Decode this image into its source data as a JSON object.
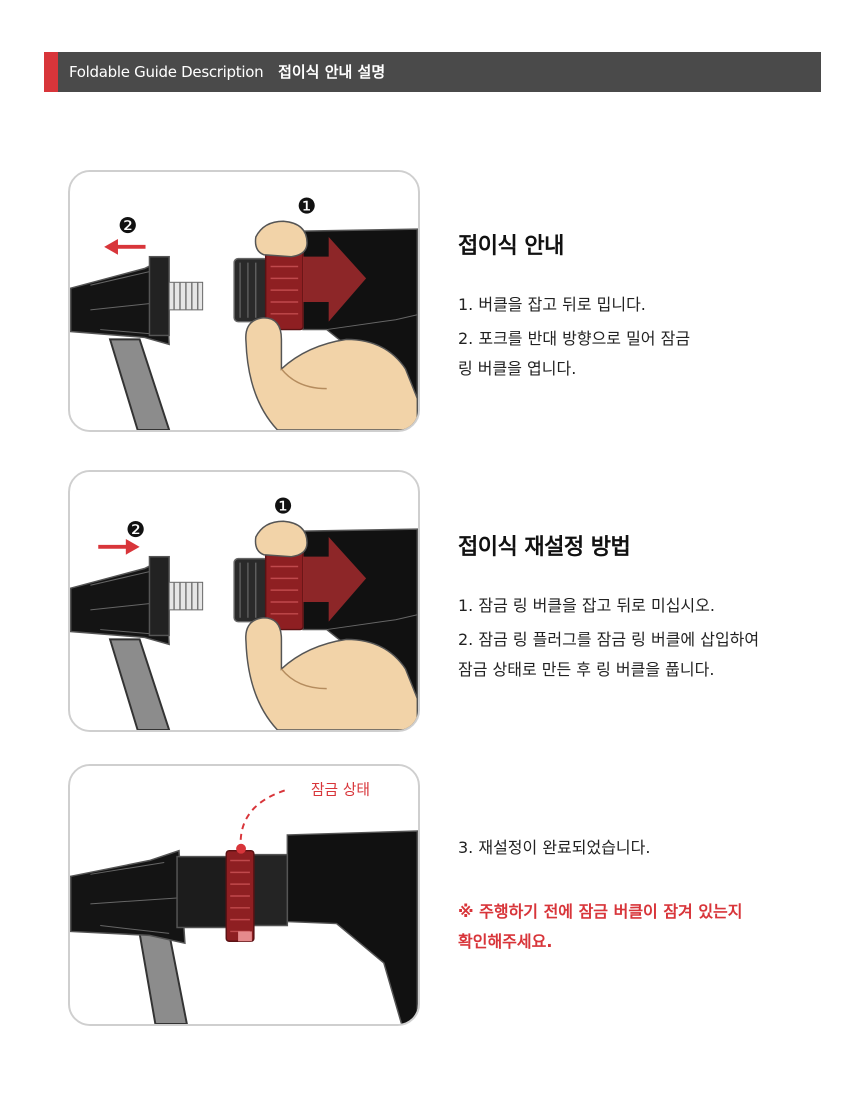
{
  "header": {
    "title_en": "Foldable Guide Description",
    "title_ko": "접이식 안내 설명"
  },
  "colors": {
    "accent": "#d8353a",
    "header_bg": "#4a4a4a",
    "ring": "#8e1f22",
    "skin": "#f2d3a8"
  },
  "section1": {
    "title": "접이식 안내",
    "items": [
      {
        "lines": [
          "1. 버클을 잡고 뒤로 밉니다."
        ]
      },
      {
        "lines": [
          "2. 포크를 반대 방향으로 밀어 잠금",
          "링 버클을 엽니다."
        ]
      }
    ],
    "marker_1": "❶",
    "marker_2": "❷"
  },
  "section2": {
    "title": "접이식 재설정 방법",
    "items": [
      {
        "lines": [
          "1. 잠금 링 버클을 잡고 뒤로 미십시오."
        ]
      },
      {
        "lines": [
          "2. 잠금 링 플러그를 잠금 링 버클에 삽입하여",
          "잠금 상태로 만든 후 링 버클을 풉니다."
        ]
      }
    ],
    "marker_1": "❶",
    "marker_2": "❷"
  },
  "section3": {
    "lock_label": "잠금 상태",
    "items": [
      {
        "lines": [
          "3. 재설정이 완료되었습니다."
        ]
      }
    ],
    "notice": [
      "※ 주행하기 전에 잠금 버클이 잠겨 있는지",
      "확인해주세요."
    ]
  }
}
